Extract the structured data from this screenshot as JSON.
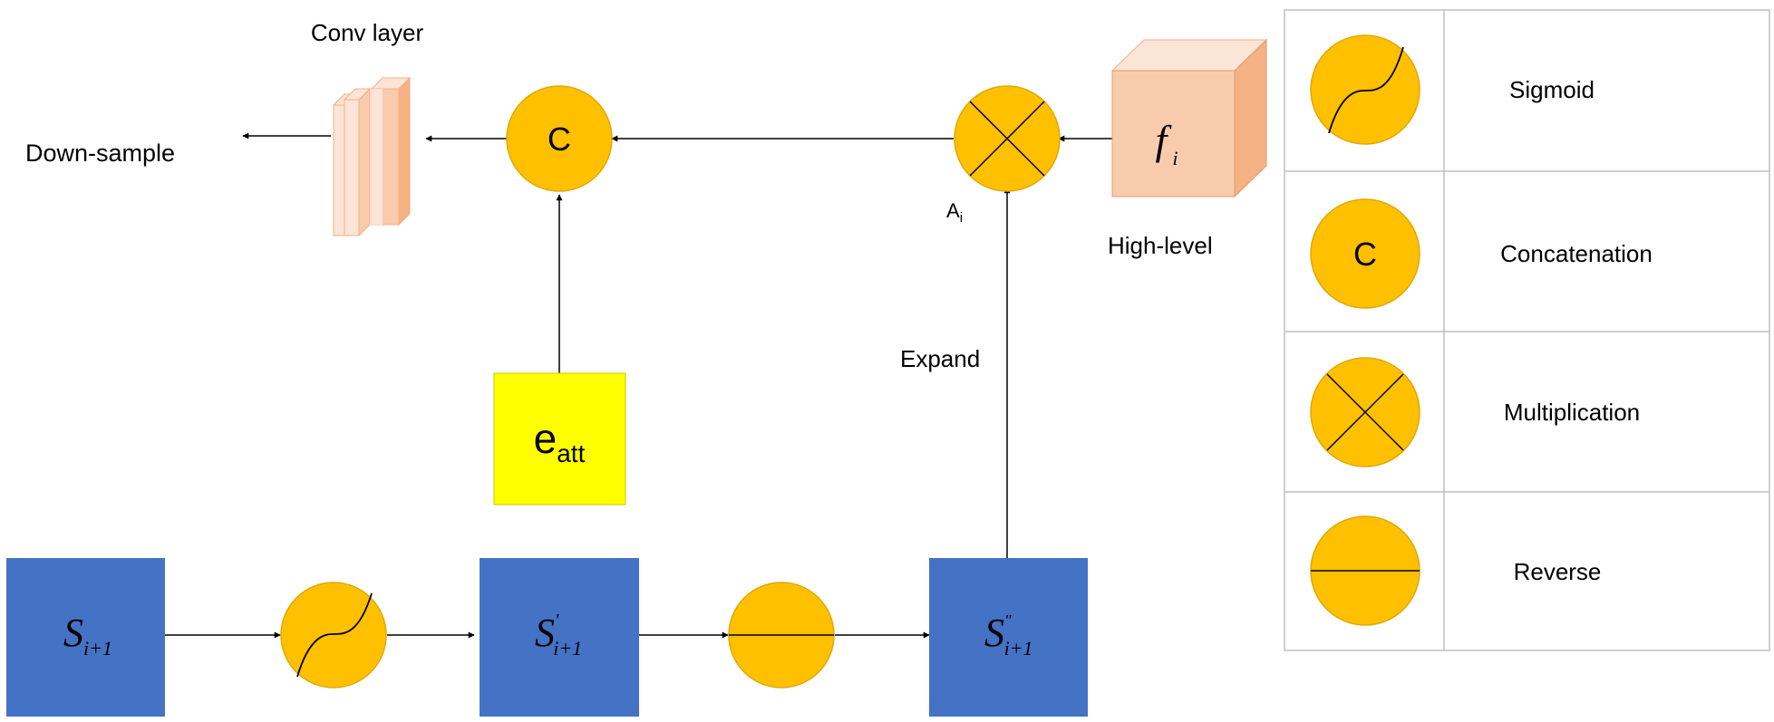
{
  "labels": {
    "conv_layer": "Conv layer",
    "down_sample": "Down-sample",
    "high_level": "High-level",
    "expand": "Expand",
    "a_base": "A",
    "a_sub": "i",
    "concat_symbol": "C"
  },
  "boxes": {
    "e_att_base": "e",
    "e_att_sub": "att",
    "f_base": "f",
    "f_sub": "i",
    "s1_base": "S",
    "s1_sub": "i+1",
    "s2_base": "S",
    "s2_sup": "'",
    "s2_sub": "i+1",
    "s3_base": "S",
    "s3_sup": "\"",
    "s3_sub": "i+1"
  },
  "legend": {
    "items": [
      {
        "icon": "sigmoid-icon",
        "label": "Sigmoid"
      },
      {
        "icon": "concatenation-icon",
        "label": "Concatenation",
        "symbol": "C"
      },
      {
        "icon": "multiplication-icon",
        "label": "Multiplication"
      },
      {
        "icon": "reverse-icon",
        "label": "Reverse"
      }
    ]
  },
  "colors": {
    "operator_fill": "#FFC000",
    "operator_stroke": "#E0A800",
    "map_fill": "#4472C4",
    "e_att_fill": "#FFFF00",
    "feature_front": "#F8CBAD",
    "feature_top": "#FBE5D6",
    "feature_side": "#F4B183",
    "line": "#000000",
    "legend_border": "#BFBFBF"
  }
}
